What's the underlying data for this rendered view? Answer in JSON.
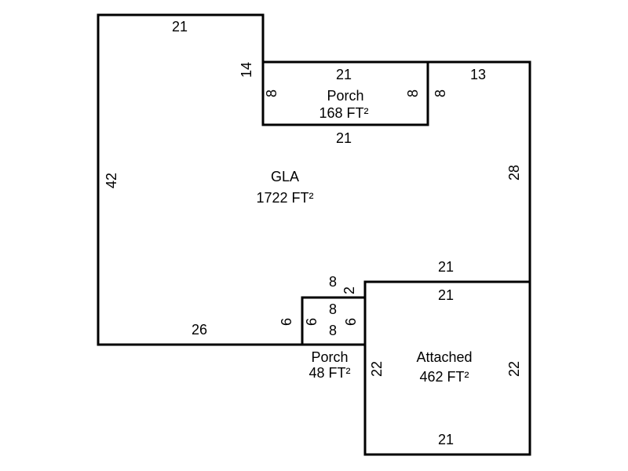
{
  "colors": {
    "line": "#000000",
    "background": "#ffffff"
  },
  "areas": {
    "gla": {
      "name": "GLA",
      "area": "1722 FT²"
    },
    "porch_top": {
      "name": "Porch",
      "area": "168 FT²"
    },
    "porch_small": {
      "name": "Porch",
      "area": "48 FT²"
    },
    "attached": {
      "name": "Attached",
      "area": "462 FT²"
    }
  },
  "dimensions": {
    "gla_top": "21",
    "gla_step": "14",
    "gla_right_top": "13",
    "gla_right": "28",
    "gla_left": "42",
    "gla_bottom": "26",
    "gla_bottom_step": "21",
    "gla_small_step_top": "8",
    "gla_small_step_vert": "2",
    "gla_small_left": "6",
    "porch_top_top": "21",
    "porch_top_bottom": "21",
    "porch_top_left": "8",
    "porch_top_right": "8",
    "porch_top_outer_right": "8",
    "porch_small_top": "8",
    "porch_small_bottom": "8",
    "porch_small_left": "6",
    "porch_small_right": "6",
    "attached_top": "21",
    "attached_bottom": "21",
    "attached_left": "22",
    "attached_right": "22"
  }
}
